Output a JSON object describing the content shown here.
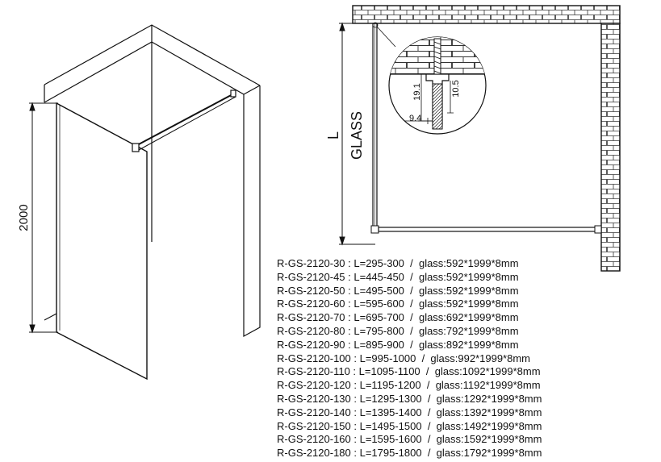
{
  "iso_view": {
    "height_label": "2000"
  },
  "plan_view": {
    "length_label": "L",
    "glass_label": "GLASS"
  },
  "detail": {
    "dim_19_1": "19.1",
    "dim_10_5": "10.5",
    "dim_9_4": "9.4"
  },
  "models": [
    {
      "text": "R-GS-2120-30 : L=295-300  /  glass:592*1999*8mm"
    },
    {
      "text": "R-GS-2120-45 : L=445-450  /  glass:592*1999*8mm"
    },
    {
      "text": "R-GS-2120-50 : L=495-500  /  glass:592*1999*8mm"
    },
    {
      "text": "R-GS-2120-60 : L=595-600  /  glass:592*1999*8mm"
    },
    {
      "text": "R-GS-2120-70 : L=695-700  /  glass:692*1999*8mm"
    },
    {
      "text": "R-GS-2120-80 : L=795-800  /  glass:792*1999*8mm"
    },
    {
      "text": "R-GS-2120-90 : L=895-900  /  glass:892*1999*8mm"
    },
    {
      "text": "R-GS-2120-100 : L=995-1000  /  glass:992*1999*8mm"
    },
    {
      "text": "R-GS-2120-110 : L=1095-1100  /  glass:1092*1999*8mm"
    },
    {
      "text": "R-GS-2120-120 : L=1195-1200  /  glass:1192*1999*8mm"
    },
    {
      "text": "R-GS-2120-130 : L=1295-1300  /  glass:1292*1999*8mm"
    },
    {
      "text": "R-GS-2120-140 : L=1395-1400  /  glass:1392*1999*8mm"
    },
    {
      "text": "R-GS-2120-150 : L=1495-1500  /  glass:1492*1999*8mm"
    },
    {
      "text": "R-GS-2120-160 : L=1595-1600  /  glass:1592*1999*8mm"
    },
    {
      "text": "R-GS-2120-180 : L=1795-1800  /  glass:1792*1999*8mm"
    }
  ]
}
